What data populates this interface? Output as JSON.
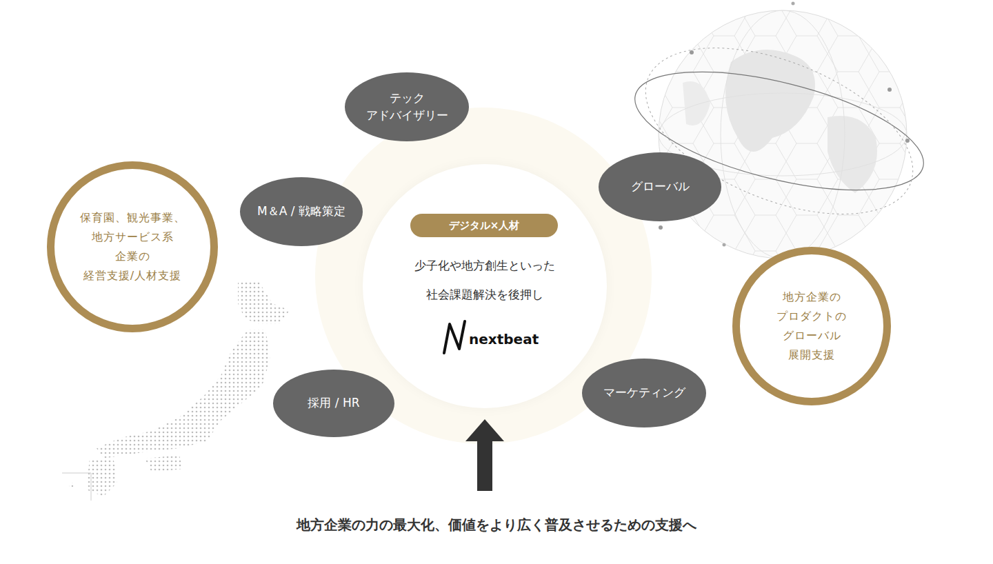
{
  "diagram": {
    "caption": "地方企業の力の最大化、価値をより広く普及させるための支援へ",
    "nodes": [
      {
        "text": [
          "テック アドバイザリー"
        ]
      },
      {
        "text": [
          "M＆A / 戦略策定"
        ]
      },
      {
        "text": [
          "グローバル"
        ]
      },
      {
        "text": [
          "保育園、観光事業、 地方サービス系 企業の 経営支援/人材支援"
        ]
      },
      {
        "text": [
          "少子化や地方創生といった 社会課題解決を後押し",
          "nextbeat"
        ]
      },
      {
        "text": [
          "デジタル×人材"
        ],
        "in": 4
      },
      {
        "text": [
          "地方企業の プロダクトの グローバル 展開支援"
        ]
      },
      {
        "text": [
          "採用 / HR"
        ]
      },
      {
        "text": [
          "マーケティング"
        ]
      }
    ]
  }
}
